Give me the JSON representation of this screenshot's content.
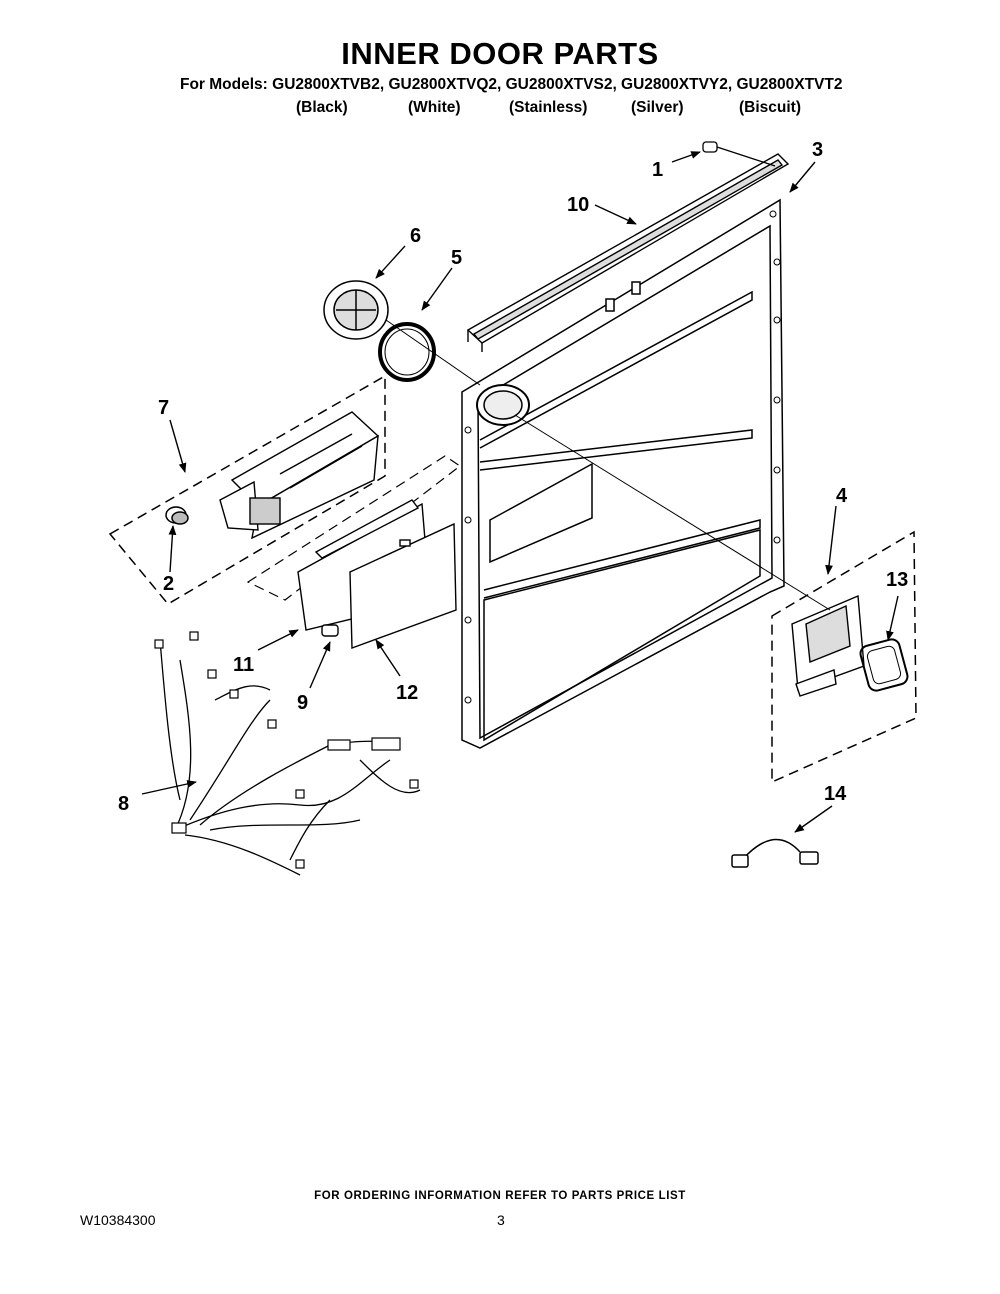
{
  "title": "INNER DOOR PARTS",
  "models_line": "For Models: GU2800XTVB2, GU2800XTVQ2, GU2800XTVS2, GU2800XTVY2, GU2800XTVT2",
  "colors": [
    "(Black)",
    "(White)",
    "(Stainless)",
    "(Silver)",
    "(Biscuit)"
  ],
  "callouts": [
    "1",
    "2",
    "3",
    "4",
    "5",
    "6",
    "7",
    "8",
    "9",
    "10",
    "11",
    "12",
    "13",
    "14"
  ],
  "footer": {
    "note": "FOR ORDERING INFORMATION REFER TO PARTS PRICE LIST",
    "doc_number": "W10384300",
    "page": "3"
  }
}
